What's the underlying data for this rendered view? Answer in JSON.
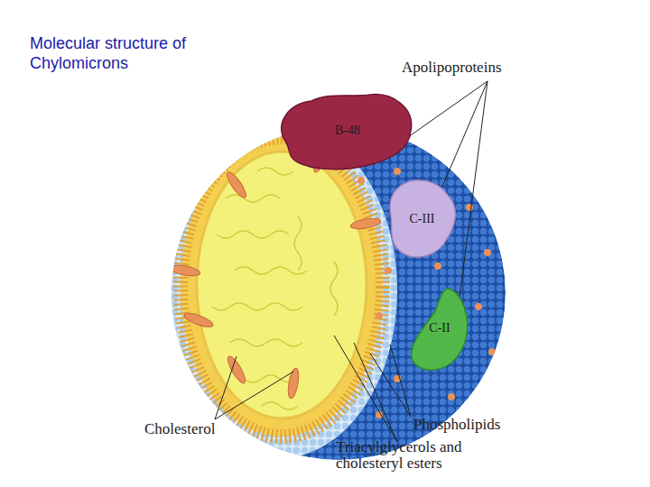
{
  "diagram": {
    "title": "Molecular structure of Chylomicrons",
    "nodes": [
      {
        "text": [
          "B-48"
        ]
      },
      {
        "text": [
          "C-III"
        ]
      },
      {
        "text": [
          "C-II"
        ]
      }
    ],
    "labels": [
      "Apolipoproteins",
      "Cholesterol",
      "Phospholipids",
      "Triacylglycerols and cholesteryl esters"
    ]
  }
}
